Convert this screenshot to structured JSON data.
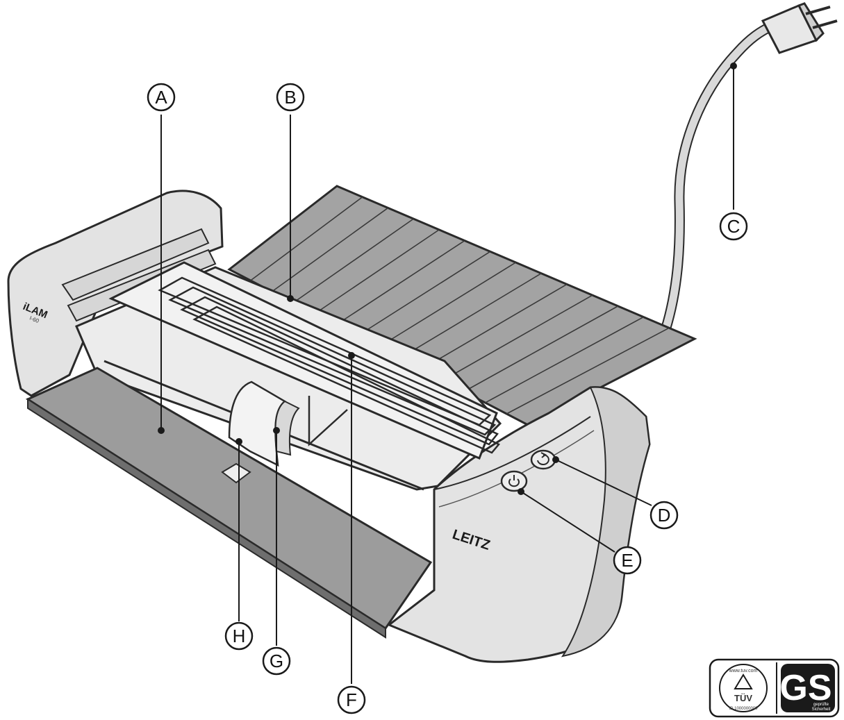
{
  "callouts": [
    {
      "id": "A",
      "label": "A"
    },
    {
      "id": "B",
      "label": "B"
    },
    {
      "id": "C",
      "label": "C"
    },
    {
      "id": "D",
      "label": "D"
    },
    {
      "id": "E",
      "label": "E"
    },
    {
      "id": "F",
      "label": "F"
    },
    {
      "id": "G",
      "label": "G"
    },
    {
      "id": "H",
      "label": "H"
    }
  ],
  "device": {
    "brand": "LEITZ",
    "side_logo": "iLAM",
    "side_logo_sub": "I-60"
  },
  "certification": {
    "tuv_mark": "TÜV",
    "tuv_url": "www.tuv.com",
    "tuv_id": "ID 1000000000",
    "gs_mark": "GS",
    "gs_caption_1": "geprüfte",
    "gs_caption_2": "Sicherheit"
  },
  "colors": {
    "body": "#e6e6e6",
    "tray": "#9c9c9c",
    "outline": "#2a2a2a"
  }
}
